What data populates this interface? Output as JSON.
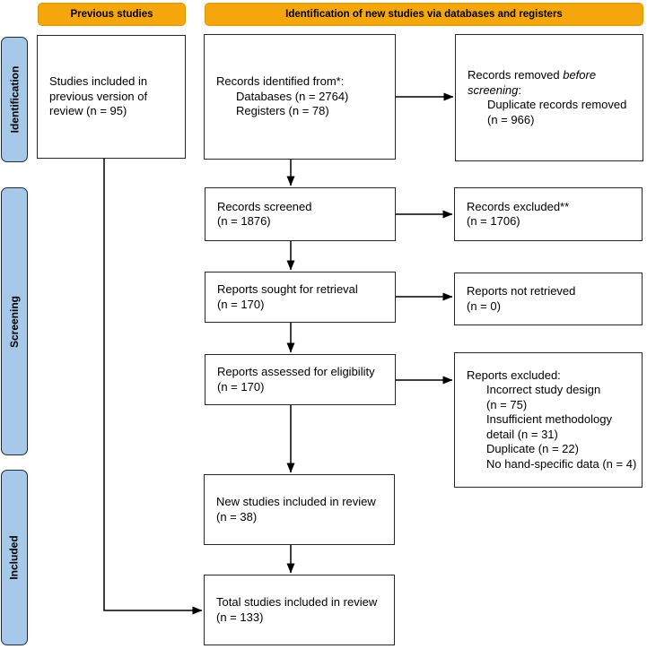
{
  "palette": {
    "header_bg": "#F6A60D",
    "header_border": "#DD9704",
    "side_bg": "#A6C8E9",
    "side_border": "#1C2B3A",
    "box_border": "#262626",
    "arrow": "#000000"
  },
  "headers": {
    "previous_studies": "Previous studies",
    "new_studies": "Identification of new studies via databases and registers"
  },
  "sidebar": {
    "identification": "Identification",
    "screening": "Screening",
    "included": "Included"
  },
  "boxes": {
    "prev_included": {
      "lines": [
        {
          "t": "Studies included in"
        },
        {
          "t": "previous version of"
        },
        {
          "t": "review (n = 95)"
        }
      ]
    },
    "records_identified": {
      "lines": [
        {
          "t": "Records identified from*:"
        },
        {
          "t": "Databases (n = 2764)",
          "ind": 1
        },
        {
          "t": "Registers (n = 78)",
          "ind": 1
        }
      ]
    },
    "records_removed": {
      "label_pre": "Records removed ",
      "label_em": "before screening",
      "label_post": ":",
      "lines": [
        {
          "t": "Duplicate records removed",
          "ind": 1
        },
        {
          "t": "(n = 966)",
          "ind": 1
        }
      ]
    },
    "records_screened": {
      "lines": [
        {
          "t": "Records screened"
        },
        {
          "t": "(n = 1876)"
        }
      ]
    },
    "records_excluded": {
      "lines": [
        {
          "t": "Records excluded**"
        },
        {
          "t": "(n = 1706)"
        }
      ]
    },
    "reports_sought": {
      "lines": [
        {
          "t": "Reports sought for retrieval"
        },
        {
          "t": "(n = 170)"
        }
      ]
    },
    "reports_not_retrieved": {
      "lines": [
        {
          "t": "Reports not retrieved"
        },
        {
          "t": "(n = 0)"
        }
      ]
    },
    "reports_assessed": {
      "lines": [
        {
          "t": "Reports assessed for eligibility"
        },
        {
          "t": "(n = 170)"
        }
      ]
    },
    "reports_excluded": {
      "lines": [
        {
          "t": "Reports excluded:"
        },
        {
          "t": "Incorrect study design",
          "ind": 1
        },
        {
          "t": "(n = 75)",
          "ind": 1
        },
        {
          "t": "Insufficient methodology",
          "ind": 1
        },
        {
          "t": "detail (n = 31)",
          "ind": 1
        },
        {
          "t": "Duplicate (n = 22)",
          "ind": 1
        },
        {
          "t": "No hand-specific data (n = 4)",
          "ind": 1
        }
      ]
    },
    "new_included": {
      "lines": [
        {
          "t": "New studies included in review"
        },
        {
          "t": "(n = 38)"
        }
      ]
    },
    "total_included": {
      "lines": [
        {
          "t": "Total studies included in review"
        },
        {
          "t": "(n = 133)"
        }
      ]
    }
  }
}
